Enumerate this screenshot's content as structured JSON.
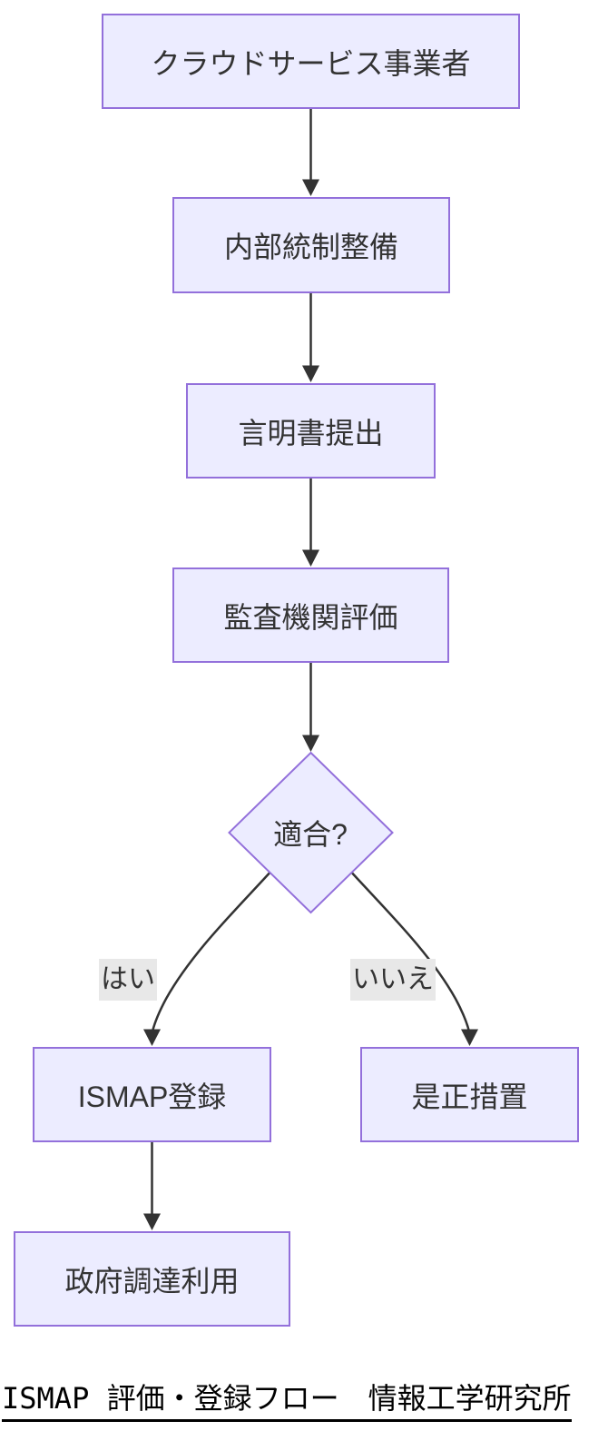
{
  "flowchart": {
    "nodes": {
      "provider": {
        "label": "クラウドサービス事業者"
      },
      "internal_control": {
        "label": "内部統制整備"
      },
      "statement": {
        "label": "言明書提出"
      },
      "audit": {
        "label": "監査機関評価"
      },
      "decision": {
        "label": "適合?"
      },
      "ismap_registration": {
        "label": "ISMAP登録"
      },
      "corrective_action": {
        "label": "是正措置"
      },
      "procurement": {
        "label": "政府調達利用"
      }
    },
    "edges": [
      {
        "from": "provider",
        "to": "internal_control",
        "label": ""
      },
      {
        "from": "internal_control",
        "to": "statement",
        "label": ""
      },
      {
        "from": "statement",
        "to": "audit",
        "label": ""
      },
      {
        "from": "audit",
        "to": "decision",
        "label": ""
      },
      {
        "from": "decision",
        "to": "ismap_registration",
        "label": "はい"
      },
      {
        "from": "decision",
        "to": "corrective_action",
        "label": "いいえ"
      },
      {
        "from": "ismap_registration",
        "to": "procurement",
        "label": ""
      }
    ],
    "caption": "ISMAP 評価・登録フロー　情報工学研究所",
    "colors": {
      "node_fill": "#ECECFF",
      "node_border": "#9370DB",
      "edge_line": "#333333",
      "edge_label_bg": "#E8E8E8",
      "node_text": "#333333",
      "caption_text": "#000000"
    }
  }
}
